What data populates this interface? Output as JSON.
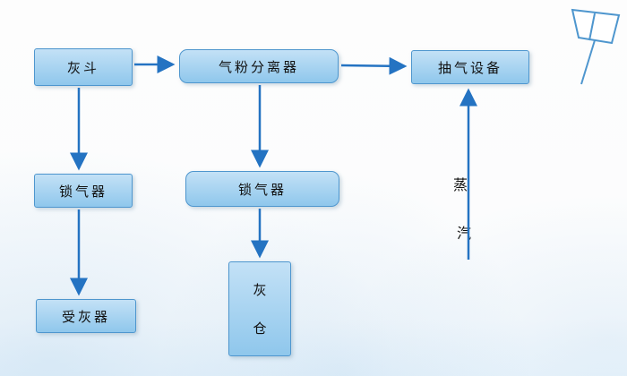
{
  "nodes": {
    "ash_hopper": "灰斗",
    "separator": "气粉分离器",
    "extractor": "抽气设备",
    "airlock_left": "锁气器",
    "airlock_center": "锁气器",
    "ash_receiver": "受灰器",
    "ash_bin": {
      "line1": "灰",
      "line2": "仓"
    },
    "steam": {
      "line1": "蒸",
      "line2": "汽"
    }
  },
  "icons": {
    "flag": "flag-icon"
  },
  "colors": {
    "box_fill_top": "#c3e1f6",
    "box_fill_bottom": "#8fc7ec",
    "box_border": "#4e96ce",
    "arrow": "#2473c2"
  }
}
